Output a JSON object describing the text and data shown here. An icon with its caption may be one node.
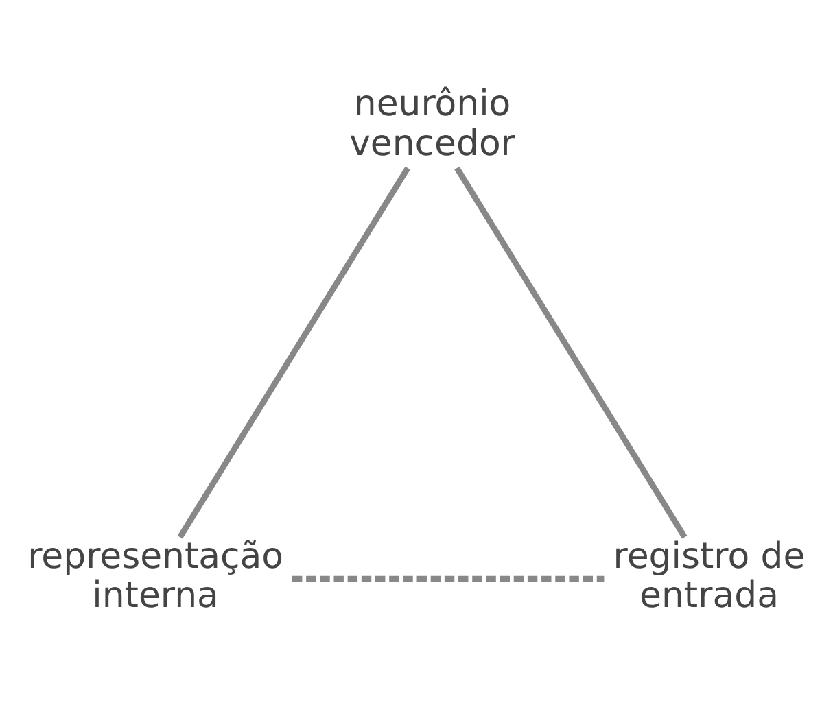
{
  "diagram": {
    "nodes": [
      {
        "text": [
          "neurônio vencedor"
        ]
      },
      {
        "text": [
          "representação interna"
        ]
      },
      {
        "text": [
          "registro de entrada"
        ]
      }
    ],
    "edges": [
      {
        "from": 0,
        "to": 1,
        "arrow": "none"
      },
      {
        "from": 0,
        "to": 2,
        "arrow": "none"
      },
      {
        "from": 1,
        "to": 2,
        "arrow": "none",
        "style": "dashed"
      }
    ]
  }
}
